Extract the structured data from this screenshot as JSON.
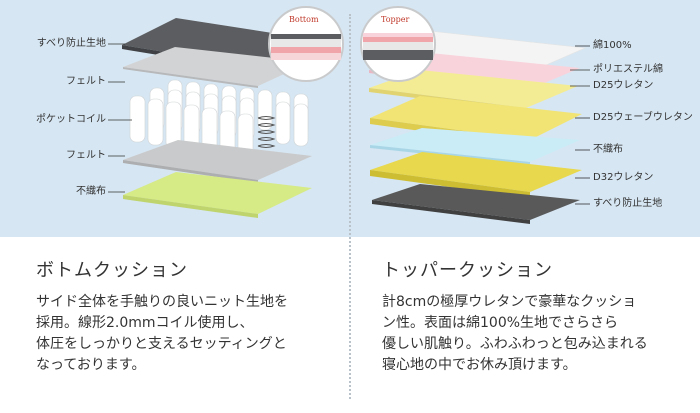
{
  "left": {
    "labels": [
      "すべり防止生地",
      "フェルト",
      "ポケットコイル",
      "フェルト",
      "不織布"
    ],
    "circle_label": "Bottom",
    "heading": "ボトムクッション",
    "description": [
      "サイド全体を手触りの良いニット生地を",
      "採用。線形2.0mmコイル使用し、",
      "体圧をしっかりと支えるセッティングと",
      "なっております。"
    ]
  },
  "right": {
    "labels": [
      "綿100%",
      "ポリエステル綿",
      "D25ウレタン",
      "D25ウェーブウレタン",
      "不織布",
      "D32ウレタン",
      "すべり防止生地"
    ],
    "circle_label": "Topper",
    "heading": "トッパークッション",
    "description": [
      "計8cmの極厚ウレタンで豪華なクッショ",
      "ン性。表面は綿100%生地でさらさら",
      "優しい肌触り。ふわふわっと包み込まれる",
      "寝心地の中でお休み頂けます。"
    ]
  },
  "colors": {
    "background": "#d6e6f2",
    "bottom_fabric": "#5b5d60",
    "felt": "#c9cacb",
    "coil": "#ffffff",
    "nonwoven_green": "#d6ea86",
    "cotton": "#f4f4f4",
    "poly_pink": "#f9d3dc",
    "urethane_yellow": "#f4ec94",
    "wave_yellow": "#f1e474",
    "nonwoven_blue": "#c9ecf7",
    "d32_yellow": "#e8d84d",
    "antislip": "#595959"
  }
}
